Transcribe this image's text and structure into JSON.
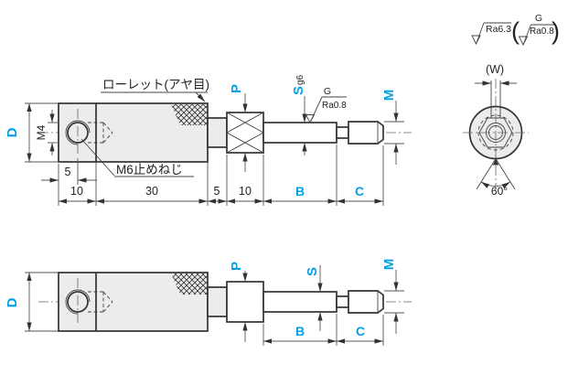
{
  "colors": {
    "accent": "#00A0E8",
    "line": "#333333",
    "body_fill": "#ECECEC",
    "background": "#FFFFFF"
  },
  "surface_note": {
    "default_value": "Ra6.3",
    "paren_open": "(",
    "paren_close": ")",
    "g_label": "G",
    "g_value": "Ra0.8"
  },
  "top_view": {
    "knurl_note": "ローレット(アヤ目)",
    "set_screw_note": "M6止めねじ",
    "dim_d": "D",
    "dim_m4": "M4",
    "dim_5a": "5",
    "dim_10a": "10",
    "dim_30": "30",
    "dim_5b": "5",
    "dim_10b": "10",
    "dim_b": "B",
    "dim_c": "C",
    "dim_p": "P",
    "dim_s": "S",
    "dim_s_tol": "g6",
    "dim_m": "M"
  },
  "bottom_view": {
    "dim_d": "D",
    "dim_p": "P",
    "dim_s": "S",
    "dim_m": "M",
    "dim_b": "B",
    "dim_c": "C"
  },
  "end_view": {
    "dim_w": "(W)",
    "dim_angle": "60°"
  }
}
